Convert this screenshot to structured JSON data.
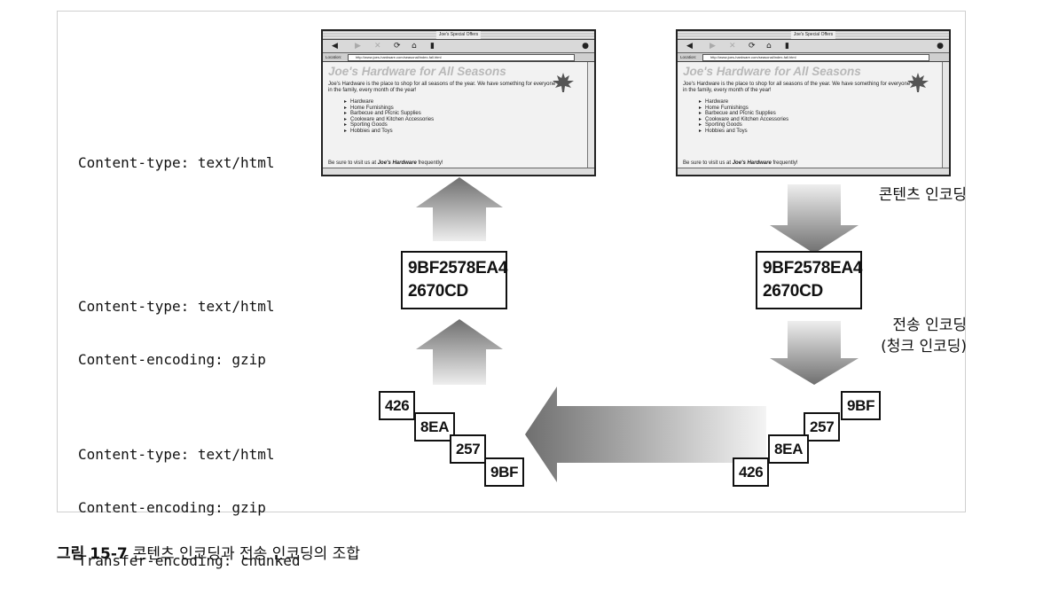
{
  "headers": {
    "top": [
      "Content-type: text/html"
    ],
    "middle": [
      "Content-type: text/html",
      "Content-encoding: gzip"
    ],
    "bottom": [
      "Content-type: text/html",
      "Content-encoding: gzip",
      "Transfer-encoding: chunked"
    ]
  },
  "browser": {
    "title": "Joe's Special Offers",
    "address_label": "Location:",
    "address": "http://www.joes-hardware.com/seasonal/index-fall.html",
    "heading": "Joe's Hardware for All Seasons",
    "paragraph": "Joe's Hardware is the place to shop for all seasons of the year. We have something for everyone in the family, every month of the year!",
    "items": [
      "Hardware",
      "Home Furnishings",
      "Barbecue and Picnic Supplies",
      "Cookware and Kitchen Accessories",
      "Sporting Goods",
      "Hobbies and Toys"
    ],
    "footer_prefix": "Be sure to visit us at",
    "footer_brand": "Joe's Hardware",
    "footer_suffix": "frequently!"
  },
  "encoded_body": {
    "line1": "9BF2578EA4",
    "line2": "2670CD"
  },
  "chunks": [
    "426",
    "8EA",
    "257",
    "9BF"
  ],
  "labels": {
    "content_encoding": "콘텐츠 인코딩",
    "transfer_encoding_line1": "전송 인코딩",
    "transfer_encoding_line2": "(청크 인코딩)"
  },
  "caption": {
    "number": "그림 15-7",
    "text": "콘텐츠 인코딩과 전송 인코딩의 조합"
  },
  "colors": {
    "arrow_dark": "#6e6e6e",
    "arrow_light": "#e8e8e8",
    "box_border": "#111111"
  }
}
